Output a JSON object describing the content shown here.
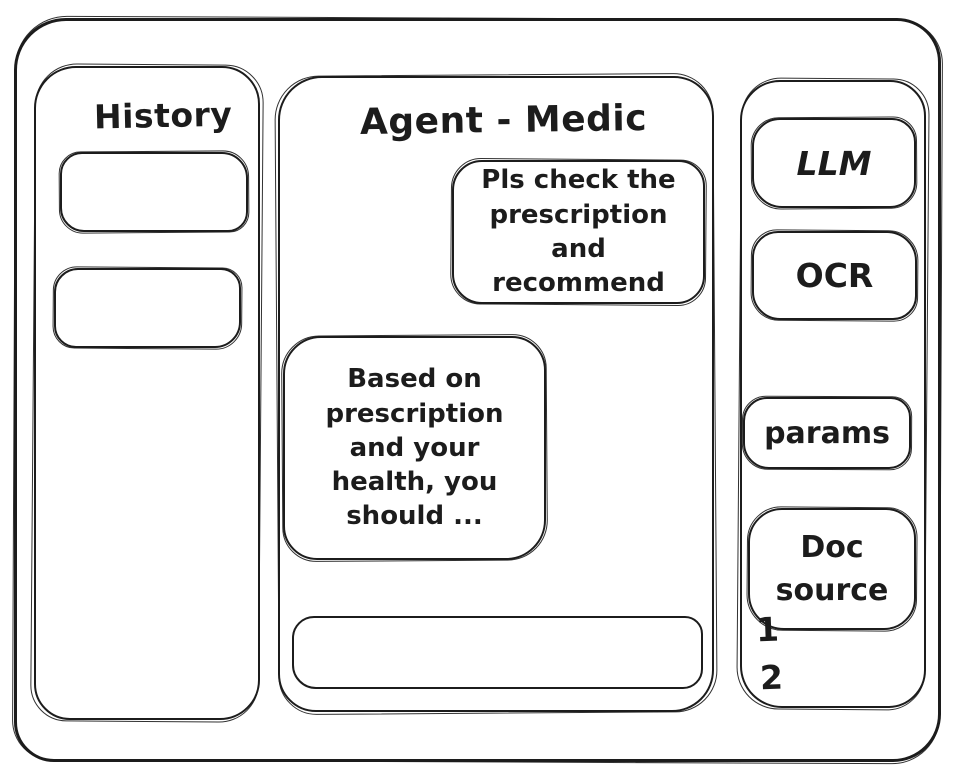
{
  "app": {
    "title": "Agent - Medic"
  },
  "colors": {
    "ink": "#1c1c1c",
    "paper": "#ffffff"
  },
  "history": {
    "title": "History",
    "items": [
      {
        "label": ""
      },
      {
        "label": ""
      }
    ]
  },
  "chat": {
    "title": "Agent - Medic",
    "user_message": "Pls check the prescription and recommend",
    "agent_message": "Based on prescription and your health, you should ...",
    "input_value": "",
    "input_placeholder": ""
  },
  "tools": {
    "llm_label": "LLM",
    "ocr_label": "OCR",
    "params_label": "params",
    "doc_source_label": "Doc source",
    "doc_items": [
      "1",
      "2"
    ]
  }
}
